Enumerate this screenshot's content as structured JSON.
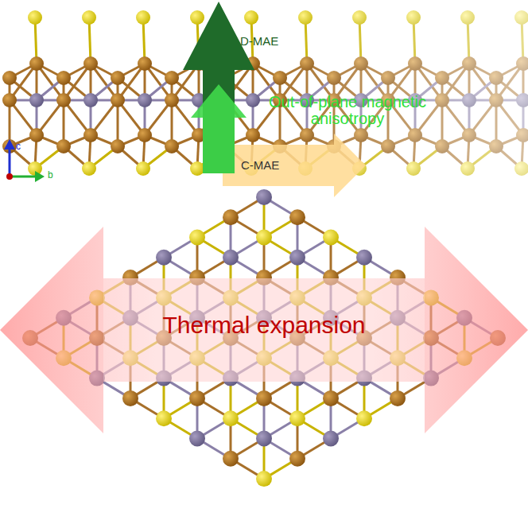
{
  "diagram": {
    "labels": [
      "D-MAE",
      "Out-of-plane magnetic anisotropy",
      "C-MAE",
      "Thermal expansion",
      "c",
      "b"
    ]
  }
}
